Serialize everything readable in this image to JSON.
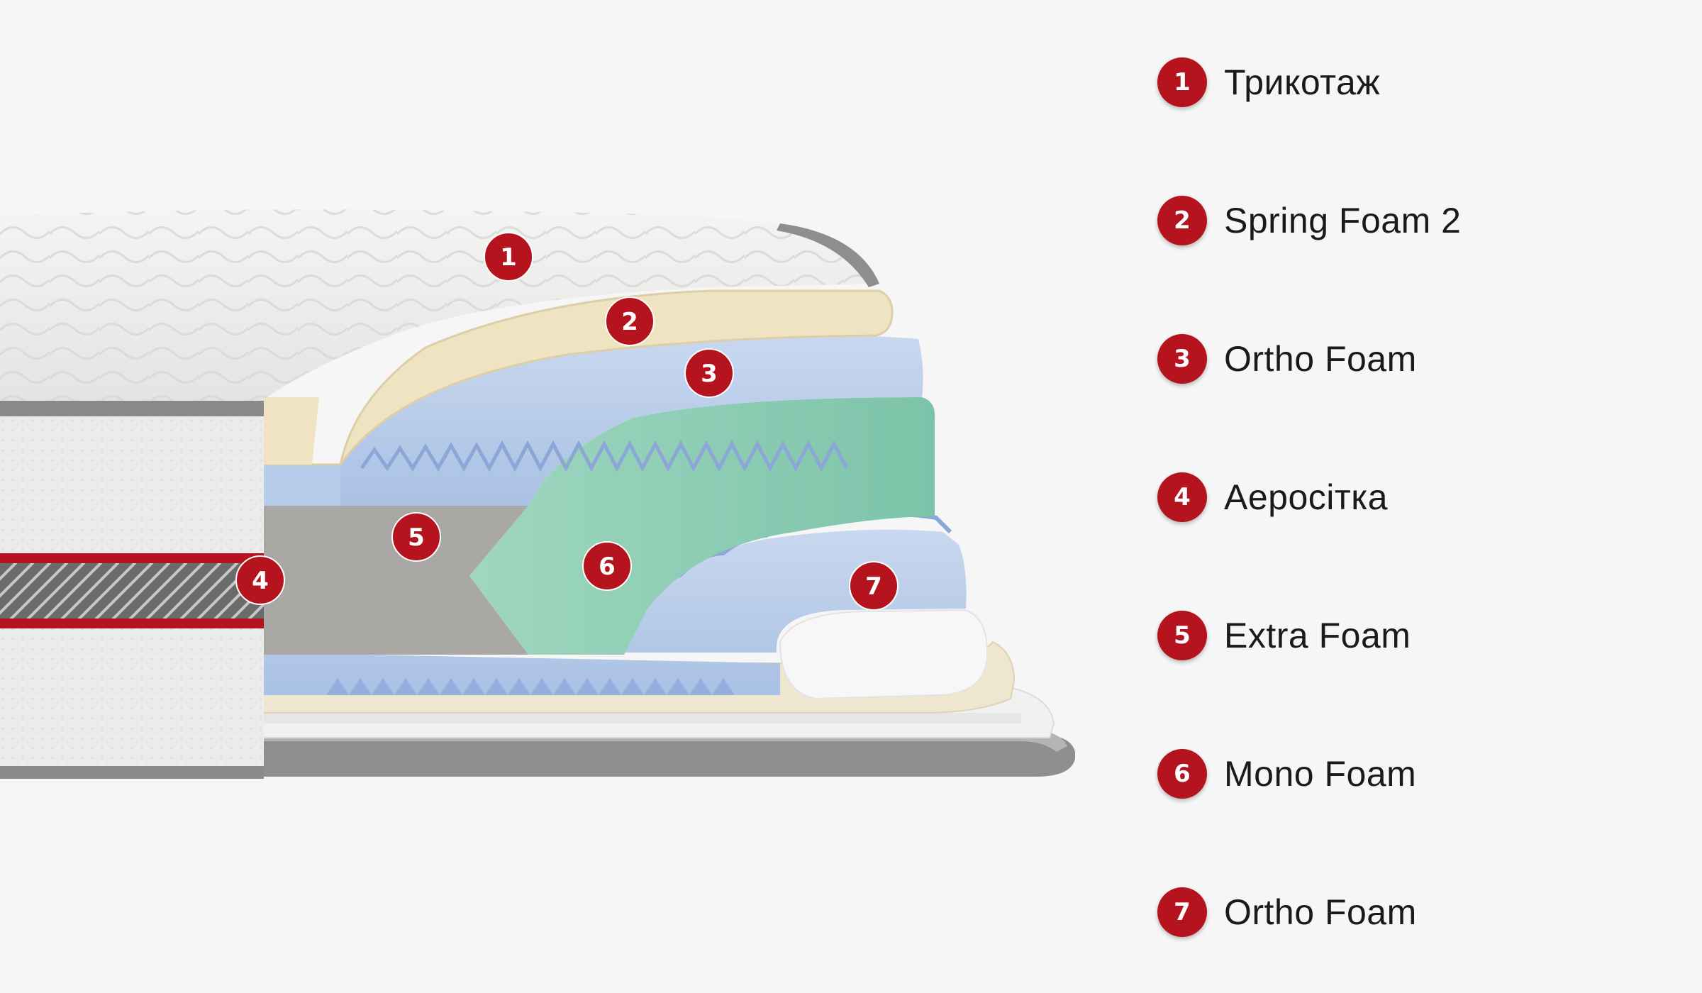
{
  "accent_color": "#b5131d",
  "layers": [
    {
      "number": "1",
      "label": "Трикотаж",
      "icon": "knit-cover"
    },
    {
      "number": "2",
      "label": "Spring Foam 2",
      "icon": "foam-layer"
    },
    {
      "number": "3",
      "label": "Ortho Foam",
      "icon": "egg-crate-foam"
    },
    {
      "number": "4",
      "label": "Аеросітка",
      "icon": "air-mesh"
    },
    {
      "number": "5",
      "label": "Extra Foam",
      "icon": "foam-block"
    },
    {
      "number": "6",
      "label": "Mono Foam",
      "icon": "foam-block"
    },
    {
      "number": "7",
      "label": "Ortho Foam",
      "icon": "egg-crate-foam"
    }
  ]
}
